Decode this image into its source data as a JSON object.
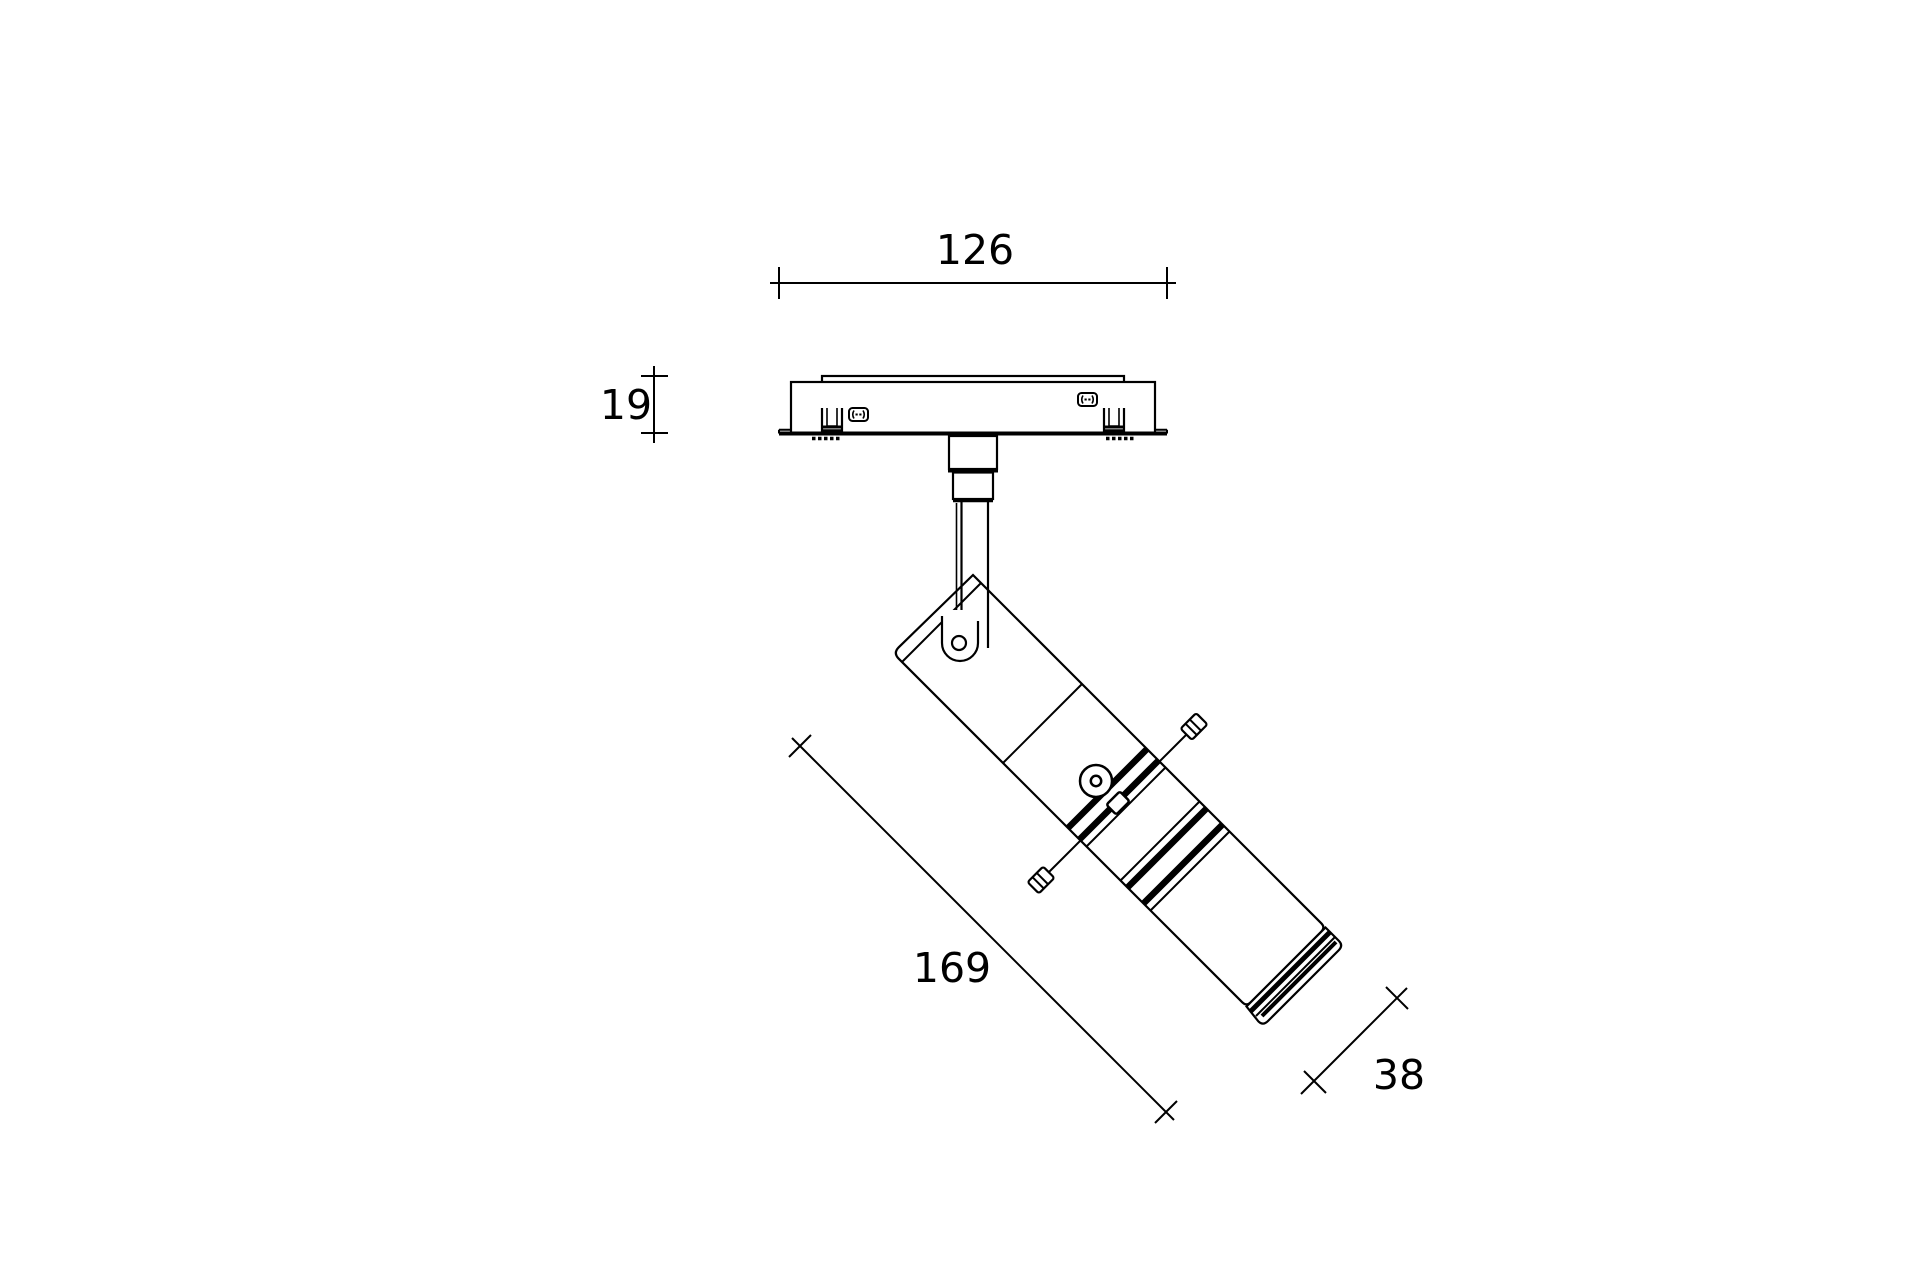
{
  "page": {
    "background": "#ffffff",
    "line_color": "#000000"
  },
  "drawing": {
    "type": "technical-dimension-drawing",
    "subject": "recessed adjustable spotlight side view",
    "dimensions": {
      "plate_width": "126",
      "plate_height": "19",
      "body_length": "169",
      "body_diameter": "38"
    }
  }
}
